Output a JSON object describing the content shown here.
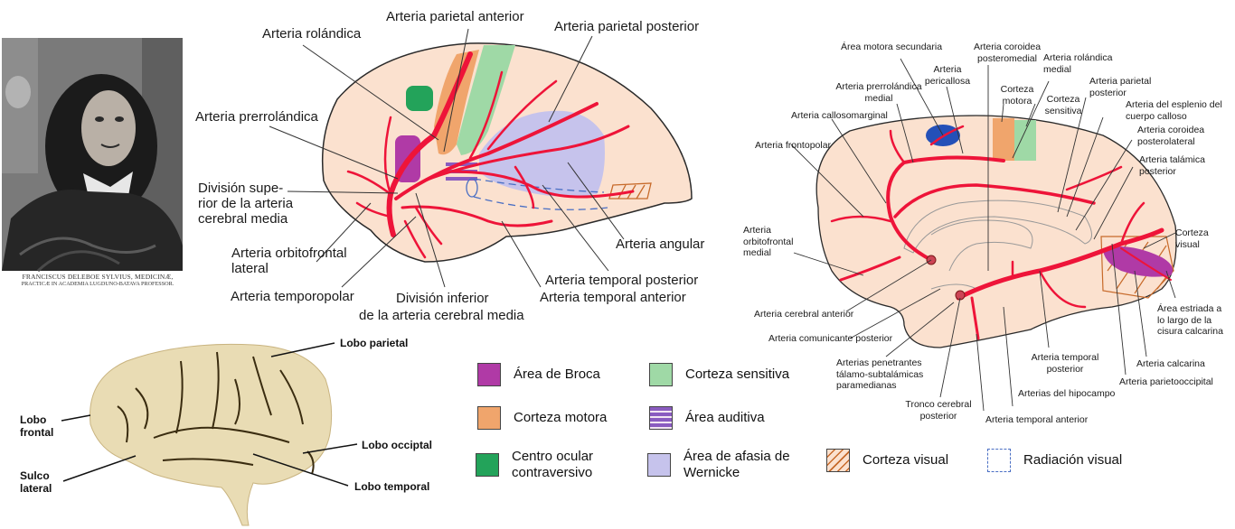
{
  "portrait": {
    "caption_line1": "FRANCISCUS DELEBOE SYLVIUS, MEDICINÆ,",
    "caption_line2": "PRACTICÆ IN ACADEMIA LUGDUNO-BATAVA PROFESSOR."
  },
  "lateral_diagram": {
    "labels": {
      "rolandica": "Arteria rolándica",
      "parietal_anterior": "Arteria parietal anterior",
      "parietal_posterior": "Arteria parietal posterior",
      "prerrolandica": "Arteria prerrolándica",
      "division_superior": "División supe- rior de la arteria cerebral media",
      "orbitofrontal_lateral": "Arteria orbitofrontal lateral",
      "temporopolar": "Arteria temporopolar",
      "division_inferior_1": "División inferior",
      "division_inferior_2": "de la arteria cerebral media",
      "angular": "Arteria angular",
      "temporal_posterior": "Arteria temporal posterior",
      "temporal_anterior": "Arteria temporal anterior"
    }
  },
  "medial_diagram": {
    "labels": {
      "area_motora_secundaria": "Área motora secundaria",
      "coroidea_posteromedial": "Arteria coroidea posteromedial",
      "rolandica_medial": "Arteria rolándica medial",
      "pericallosa": "Arteria pericallosa",
      "corteza_motora": "Corteza motora",
      "prerrolandica_medial": "Arteria prerrolándica medial",
      "corteza_sensitiva": "Corteza sensitiva",
      "parietal_posterior": "Arteria parietal posterior",
      "callosomarginal": "Arteria callosomarginal",
      "esplenio": "Arteria del esplenio del cuerpo calloso",
      "coroidea_posterolateral": "Arteria coroidea posterolateral",
      "frontopolar": "Arteria frontopolar",
      "talamica_posterior": "Arteria talámica posterior",
      "orbitofrontal_medial": "Arteria orbitofrontal medial",
      "corteza_visual": "Corteza visual",
      "cerebral_anterior": "Arteria cerebral anterior",
      "area_estriada": "Área estriada a lo largo de la cisura calcarina",
      "comunicante_posterior": "Arteria comunicante posterior",
      "calcarina": "Arteria calcarina",
      "temporal_posterior": "Arteria temporal posterior",
      "parietooccipital": "Arteria parietooccipital",
      "penetrantes": "Arterias penetrantes tálamo-subtalámicas paramedianas",
      "hipocampo": "Arterias del hipocampo",
      "tronco_cerebral_posterior": "Tronco cerebral posterior",
      "temporal_anterior": "Arteria temporal anterior"
    }
  },
  "brain_photo": {
    "labels": {
      "parietal": "Lobo parietal",
      "frontal": "Lobo frontal",
      "occipital": "Lobo occiptal",
      "sulco": "Sulco lateral",
      "temporal": "Lobo temporal"
    }
  },
  "legend": {
    "items": [
      {
        "label": "Área de Broca",
        "color": "#b03aa6"
      },
      {
        "label": "Corteza sensitiva",
        "color": "#9fd9a6"
      },
      {
        "label": "Corteza motora",
        "color": "#f0a56c"
      },
      {
        "label": "Área auditiva",
        "color": "#8a5cc0"
      },
      {
        "label": "Centro ocular contraversivo",
        "color": "#23a35a"
      },
      {
        "label": "Área de afasia de Wernicke",
        "color": "#c6c3ec"
      },
      {
        "label": "Corteza visual",
        "color": "#c76a2a"
      },
      {
        "label": "Radiación visual",
        "color": "#4a6fc4"
      }
    ]
  },
  "colors": {
    "brain_fill": "#fbe1cf",
    "artery": "#ee1439",
    "outline": "#2a2a2a"
  }
}
